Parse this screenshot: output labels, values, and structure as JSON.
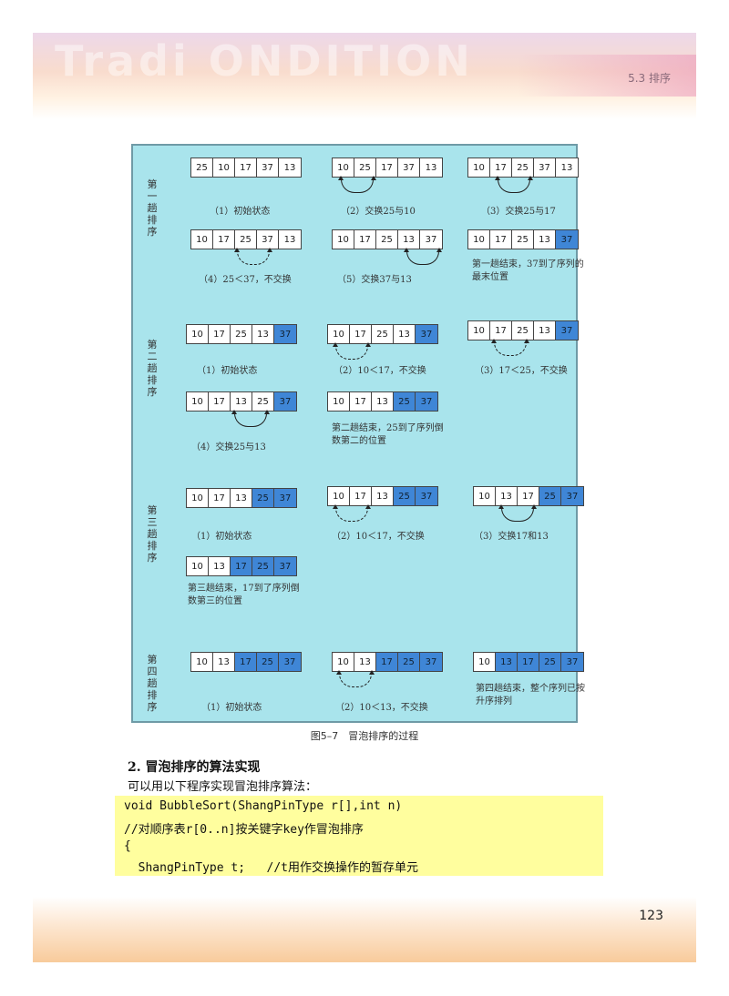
{
  "header": {
    "section": "5.3  排序",
    "ghost_text": "Tradi  ONDITION"
  },
  "figure": {
    "passes": [
      {
        "label": "第一趟排序"
      },
      {
        "label": "第二趟排序"
      },
      {
        "label": "第三趟排序"
      },
      {
        "label": "第四趟排序"
      }
    ],
    "steps": [
      {
        "values": [
          "25",
          "10",
          "17",
          "37",
          "13"
        ],
        "sorted": 0,
        "caption": "（1）初始状态"
      },
      {
        "values": [
          "10",
          "25",
          "17",
          "37",
          "13"
        ],
        "sorted": 0,
        "caption": "（2）交换25与10"
      },
      {
        "values": [
          "10",
          "17",
          "25",
          "37",
          "13"
        ],
        "sorted": 0,
        "caption": "（3）交换25与17"
      },
      {
        "values": [
          "10",
          "17",
          "25",
          "37",
          "13"
        ],
        "sorted": 0,
        "caption": "（4）25＜37，不交换"
      },
      {
        "values": [
          "10",
          "17",
          "25",
          "13",
          "37"
        ],
        "sorted": 0,
        "caption": "（5）交换37与13"
      },
      {
        "values": [
          "10",
          "17",
          "25",
          "13",
          "37"
        ],
        "sorted": 1,
        "caption": "第一趟结束，37到了序列的最末位置"
      },
      {
        "values": [
          "10",
          "17",
          "25",
          "13",
          "37"
        ],
        "sorted": 1,
        "caption": "（1）初始状态"
      },
      {
        "values": [
          "10",
          "17",
          "25",
          "13",
          "37"
        ],
        "sorted": 1,
        "caption": "（2）10＜17，不交换"
      },
      {
        "values": [
          "10",
          "17",
          "25",
          "13",
          "37"
        ],
        "sorted": 1,
        "caption": "（3）17＜25，不交换"
      },
      {
        "values": [
          "10",
          "17",
          "13",
          "25",
          "37"
        ],
        "sorted": 1,
        "caption": "（4）交换25与13"
      },
      {
        "values": [
          "10",
          "17",
          "13",
          "25",
          "37"
        ],
        "sorted": 2,
        "caption": "第二趟结束，25到了序列倒数第二的位置"
      },
      {
        "values": [
          "10",
          "17",
          "13",
          "25",
          "37"
        ],
        "sorted": 2,
        "caption": "（1）初始状态"
      },
      {
        "values": [
          "10",
          "17",
          "13",
          "25",
          "37"
        ],
        "sorted": 2,
        "caption": "（2）10＜17，不交换"
      },
      {
        "values": [
          "10",
          "13",
          "17",
          "25",
          "37"
        ],
        "sorted": 2,
        "caption": "（3）交换17和13"
      },
      {
        "values": [
          "10",
          "13",
          "17",
          "25",
          "37"
        ],
        "sorted": 3,
        "caption": "第三趟结束，17到了序列倒数第三的位置"
      },
      {
        "values": [
          "10",
          "13",
          "17",
          "25",
          "37"
        ],
        "sorted": 3,
        "caption": "（1）初始状态"
      },
      {
        "values": [
          "10",
          "13",
          "17",
          "25",
          "37"
        ],
        "sorted": 3,
        "caption": "（2）10＜13，不交换"
      },
      {
        "values": [
          "10",
          "13",
          "17",
          "25",
          "37"
        ],
        "sorted": 4,
        "caption": "第四趟结束，整个序列已按升序排列"
      }
    ],
    "caption": "图5–7　冒泡排序的过程"
  },
  "section": {
    "heading": "2.  冒泡排序的算法实现",
    "intro": "可以用以下程序实现冒泡排序算法："
  },
  "code": [
    "void BubbleSort(ShangPinType r[],int n)",
    "//对顺序表r[0..n]按关键字key作冒泡排序",
    "{",
    "  ShangPinType t;   //t用作交换操作的暂存单元"
  ],
  "footer": {
    "page_number": "123"
  }
}
